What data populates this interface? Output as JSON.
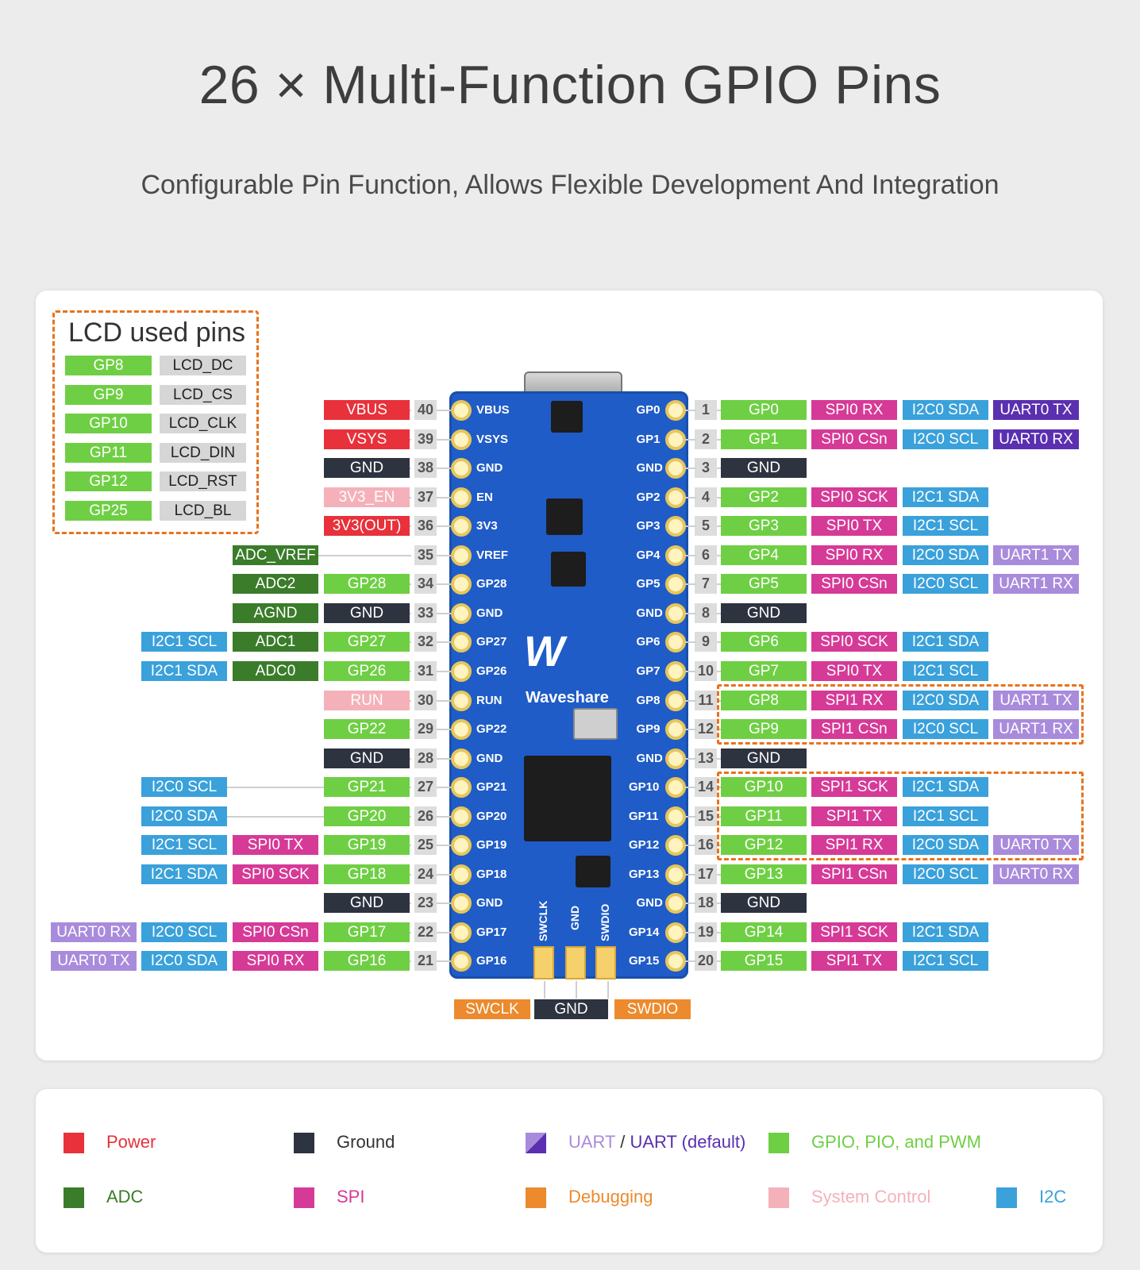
{
  "title": "26 × Multi-Function GPIO Pins",
  "subtitle": "Configurable Pin Function, Allows Flexible Development And Integration",
  "lcd": {
    "title": "LCD used pins",
    "rows": [
      [
        "GP8",
        "LCD_DC"
      ],
      [
        "GP9",
        "LCD_CS"
      ],
      [
        "GP10",
        "LCD_CLK"
      ],
      [
        "GP11",
        "LCD_DIN"
      ],
      [
        "GP12",
        "LCD_RST"
      ],
      [
        "GP25",
        "LCD_BL"
      ]
    ]
  },
  "colors": {
    "power": "#e8313a",
    "ground": "#2e3340",
    "uart": "#7a4fc4",
    "uart_default": "#5a2fb0",
    "uart_alt": "#a98bdc",
    "gpio": "#6fcf44",
    "adc": "#3a7c2a",
    "spi": "#d63a97",
    "debug": "#ec8a2d",
    "sysctl": "#f5b1b9",
    "i2c": "#3aa1db",
    "lcd_fn": "#d6d6d6"
  },
  "board": {
    "brand": "Waveshare",
    "left_pads": [
      "VBUS",
      "VSYS",
      "GND",
      "EN",
      "3V3",
      "VREF",
      "GP28",
      "GND",
      "GP27",
      "GP26",
      "RUN",
      "GP22",
      "GND",
      "GP21",
      "GP20",
      "GP19",
      "GP18",
      "GND",
      "GP17",
      "GP16"
    ],
    "right_pads": [
      "GP0",
      "GP1",
      "GND",
      "GP2",
      "GP3",
      "GP4",
      "GP5",
      "GND",
      "GP6",
      "GP7",
      "GP8",
      "GP9",
      "GND",
      "GP10",
      "GP11",
      "GP12",
      "GP13",
      "GND",
      "GP14",
      "GP15"
    ],
    "bottom_pads": [
      "SWCLK",
      "GND",
      "SWDIO"
    ]
  },
  "left_pins": [
    {
      "num": "40",
      "labels": [
        {
          "t": "VBUS",
          "c": "power"
        }
      ]
    },
    {
      "num": "39",
      "labels": [
        {
          "t": "VSYS",
          "c": "power"
        }
      ]
    },
    {
      "num": "38",
      "labels": [
        {
          "t": "GND",
          "c": "ground"
        }
      ]
    },
    {
      "num": "37",
      "labels": [
        {
          "t": "3V3_EN",
          "c": "sysctl"
        }
      ]
    },
    {
      "num": "36",
      "labels": [
        {
          "t": "3V3(OUT)",
          "c": "power"
        }
      ]
    },
    {
      "num": "35",
      "labels": [
        {
          "t": "ADC_VREF",
          "c": "adc",
          "col": 1
        }
      ]
    },
    {
      "num": "34",
      "labels": [
        {
          "t": "GP28",
          "c": "gpio"
        },
        {
          "t": "ADC2",
          "c": "adc"
        }
      ]
    },
    {
      "num": "33",
      "labels": [
        {
          "t": "GND",
          "c": "ground"
        },
        {
          "t": "AGND",
          "c": "adc"
        }
      ]
    },
    {
      "num": "32",
      "labels": [
        {
          "t": "GP27",
          "c": "gpio"
        },
        {
          "t": "ADC1",
          "c": "adc"
        },
        {
          "t": "I2C1 SCL",
          "c": "i2c"
        }
      ]
    },
    {
      "num": "31",
      "labels": [
        {
          "t": "GP26",
          "c": "gpio"
        },
        {
          "t": "ADC0",
          "c": "adc"
        },
        {
          "t": "I2C1 SDA",
          "c": "i2c"
        }
      ]
    },
    {
      "num": "30",
      "labels": [
        {
          "t": "RUN",
          "c": "sysctl"
        }
      ]
    },
    {
      "num": "29",
      "labels": [
        {
          "t": "GP22",
          "c": "gpio"
        }
      ]
    },
    {
      "num": "28",
      "labels": [
        {
          "t": "GND",
          "c": "ground"
        }
      ]
    },
    {
      "num": "27",
      "labels": [
        {
          "t": "GP21",
          "c": "gpio"
        },
        {
          "t": "I2C0 SCL",
          "c": "i2c",
          "col": 2
        }
      ]
    },
    {
      "num": "26",
      "labels": [
        {
          "t": "GP20",
          "c": "gpio"
        },
        {
          "t": "I2C0 SDA",
          "c": "i2c",
          "col": 2
        }
      ]
    },
    {
      "num": "25",
      "labels": [
        {
          "t": "GP19",
          "c": "gpio"
        },
        {
          "t": "SPI0 TX",
          "c": "spi"
        },
        {
          "t": "I2C1 SCL",
          "c": "i2c"
        }
      ]
    },
    {
      "num": "24",
      "labels": [
        {
          "t": "GP18",
          "c": "gpio"
        },
        {
          "t": "SPI0 SCK",
          "c": "spi"
        },
        {
          "t": "I2C1 SDA",
          "c": "i2c"
        }
      ]
    },
    {
      "num": "23",
      "labels": [
        {
          "t": "GND",
          "c": "ground"
        }
      ]
    },
    {
      "num": "22",
      "labels": [
        {
          "t": "GP17",
          "c": "gpio"
        },
        {
          "t": "SPI0 CSn",
          "c": "spi"
        },
        {
          "t": "I2C0 SCL",
          "c": "i2c"
        },
        {
          "t": "UART0 RX",
          "c": "uart_alt"
        }
      ]
    },
    {
      "num": "21",
      "labels": [
        {
          "t": "GP16",
          "c": "gpio"
        },
        {
          "t": "SPI0 RX",
          "c": "spi"
        },
        {
          "t": "I2C0 SDA",
          "c": "i2c"
        },
        {
          "t": "UART0 TX",
          "c": "uart_alt"
        }
      ]
    }
  ],
  "right_pins": [
    {
      "num": "1",
      "labels": [
        {
          "t": "GP0",
          "c": "gpio"
        },
        {
          "t": "SPI0 RX",
          "c": "spi"
        },
        {
          "t": "I2C0 SDA",
          "c": "i2c"
        },
        {
          "t": "UART0 TX",
          "c": "uart_default"
        }
      ]
    },
    {
      "num": "2",
      "labels": [
        {
          "t": "GP1",
          "c": "gpio"
        },
        {
          "t": "SPI0 CSn",
          "c": "spi"
        },
        {
          "t": "I2C0 SCL",
          "c": "i2c"
        },
        {
          "t": "UART0 RX",
          "c": "uart_default"
        }
      ]
    },
    {
      "num": "3",
      "labels": [
        {
          "t": "GND",
          "c": "ground"
        }
      ]
    },
    {
      "num": "4",
      "labels": [
        {
          "t": "GP2",
          "c": "gpio"
        },
        {
          "t": "SPI0 SCK",
          "c": "spi"
        },
        {
          "t": "I2C1 SDA",
          "c": "i2c"
        }
      ]
    },
    {
      "num": "5",
      "labels": [
        {
          "t": "GP3",
          "c": "gpio"
        },
        {
          "t": "SPI0 TX",
          "c": "spi"
        },
        {
          "t": "I2C1 SCL",
          "c": "i2c"
        }
      ]
    },
    {
      "num": "6",
      "labels": [
        {
          "t": "GP4",
          "c": "gpio"
        },
        {
          "t": "SPI0 RX",
          "c": "spi"
        },
        {
          "t": "I2C0 SDA",
          "c": "i2c"
        },
        {
          "t": "UART1 TX",
          "c": "uart_alt"
        }
      ]
    },
    {
      "num": "7",
      "labels": [
        {
          "t": "GP5",
          "c": "gpio"
        },
        {
          "t": "SPI0 CSn",
          "c": "spi"
        },
        {
          "t": "I2C0 SCL",
          "c": "i2c"
        },
        {
          "t": "UART1 RX",
          "c": "uart_alt"
        }
      ]
    },
    {
      "num": "8",
      "labels": [
        {
          "t": "GND",
          "c": "ground"
        }
      ]
    },
    {
      "num": "9",
      "labels": [
        {
          "t": "GP6",
          "c": "gpio"
        },
        {
          "t": "SPI0 SCK",
          "c": "spi"
        },
        {
          "t": "I2C1 SDA",
          "c": "i2c"
        }
      ]
    },
    {
      "num": "10",
      "labels": [
        {
          "t": "GP7",
          "c": "gpio"
        },
        {
          "t": "SPI0 TX",
          "c": "spi"
        },
        {
          "t": "I2C1 SCL",
          "c": "i2c"
        }
      ]
    },
    {
      "num": "11",
      "labels": [
        {
          "t": "GP8",
          "c": "gpio"
        },
        {
          "t": "SPI1 RX",
          "c": "spi"
        },
        {
          "t": "I2C0 SDA",
          "c": "i2c"
        },
        {
          "t": "UART1 TX",
          "c": "uart_alt"
        }
      ]
    },
    {
      "num": "12",
      "labels": [
        {
          "t": "GP9",
          "c": "gpio"
        },
        {
          "t": "SPI1 CSn",
          "c": "spi"
        },
        {
          "t": "I2C0 SCL",
          "c": "i2c"
        },
        {
          "t": "UART1 RX",
          "c": "uart_alt"
        }
      ]
    },
    {
      "num": "13",
      "labels": [
        {
          "t": "GND",
          "c": "ground"
        }
      ]
    },
    {
      "num": "14",
      "labels": [
        {
          "t": "GP10",
          "c": "gpio"
        },
        {
          "t": "SPI1 SCK",
          "c": "spi"
        },
        {
          "t": "I2C1 SDA",
          "c": "i2c"
        }
      ]
    },
    {
      "num": "15",
      "labels": [
        {
          "t": "GP11",
          "c": "gpio"
        },
        {
          "t": "SPI1 TX",
          "c": "spi"
        },
        {
          "t": "I2C1 SCL",
          "c": "i2c"
        }
      ]
    },
    {
      "num": "16",
      "labels": [
        {
          "t": "GP12",
          "c": "gpio"
        },
        {
          "t": "SPI1 RX",
          "c": "spi"
        },
        {
          "t": "I2C0 SDA",
          "c": "i2c"
        },
        {
          "t": "UART0 TX",
          "c": "uart_alt"
        }
      ]
    },
    {
      "num": "17",
      "labels": [
        {
          "t": "GP13",
          "c": "gpio"
        },
        {
          "t": "SPI1 CSn",
          "c": "spi"
        },
        {
          "t": "I2C0 SCL",
          "c": "i2c"
        },
        {
          "t": "UART0 RX",
          "c": "uart_alt"
        }
      ]
    },
    {
      "num": "18",
      "labels": [
        {
          "t": "GND",
          "c": "ground"
        }
      ]
    },
    {
      "num": "19",
      "labels": [
        {
          "t": "GP14",
          "c": "gpio"
        },
        {
          "t": "SPI1 SCK",
          "c": "spi"
        },
        {
          "t": "I2C1 SDA",
          "c": "i2c"
        }
      ]
    },
    {
      "num": "20",
      "labels": [
        {
          "t": "GP15",
          "c": "gpio"
        },
        {
          "t": "SPI1 TX",
          "c": "spi"
        },
        {
          "t": "I2C1 SCL",
          "c": "i2c"
        }
      ]
    }
  ],
  "bottom_labels": [
    {
      "t": "SWCLK",
      "c": "debug"
    },
    {
      "t": "GND",
      "c": "ground"
    },
    {
      "t": "SWDIO",
      "c": "debug"
    }
  ],
  "legend": [
    {
      "label": "Power",
      "c": "power"
    },
    {
      "label": "Ground",
      "c": "ground"
    },
    {
      "label": "UART",
      "label2": " / ",
      "label3": "UART (default)",
      "c": "uart"
    },
    {
      "label": "GPIO, PIO, and PWM",
      "c": "gpio"
    },
    {
      "label": "ADC",
      "c": "adc"
    },
    {
      "label": "SPI",
      "c": "spi"
    },
    {
      "label": "Debugging",
      "c": "debug"
    },
    {
      "label": "System Control",
      "c": "sysctl"
    },
    {
      "label": "I2C",
      "c": "i2c"
    }
  ]
}
